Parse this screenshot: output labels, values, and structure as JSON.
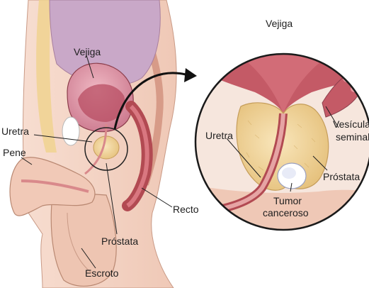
{
  "labels": {
    "vejiga_left": "Vejiga",
    "uretra_left": "Uretra",
    "pene": "Pene",
    "prostata_left": "Próstata",
    "escroto": "Escroto",
    "recto": "Recto",
    "vejiga_right": "Vejiga",
    "uretra_right": "Uretra",
    "vesicula_line1": "Vesícula",
    "vesicula_line2": "seminal",
    "prostata_right": "Próstata",
    "tumor_line1": "Tumor",
    "tumor_line2": "canceroso"
  },
  "colors": {
    "skin": "#f4d6c6",
    "skin_shadow": "#e3b7a3",
    "bladder": "#d9899a",
    "bladder_inner": "#b5475c",
    "muscle": "#b24a52",
    "prostate": "#efd49a",
    "urethra": "#d98b8b",
    "tumor": "#ffffff"
  }
}
